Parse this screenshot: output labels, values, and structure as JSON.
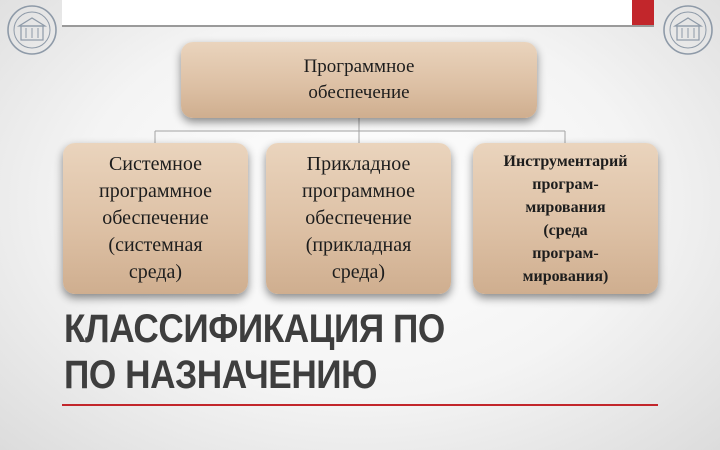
{
  "slide": {
    "title_line1": "КЛАССИФИКАЦИЯ ПО",
    "title_line2": "ПО НАЗНАЧЕНИЮ"
  },
  "diagram": {
    "root": {
      "line1": "Программное",
      "line2": "обеспечение"
    },
    "children": [
      {
        "lines": [
          "Системное",
          "программное",
          "обеспечение",
          "(системная",
          "среда)"
        ]
      },
      {
        "lines": [
          "Прикладное",
          "программное",
          "обеспечение",
          "(прикладная",
          "среда)"
        ]
      },
      {
        "lines": [
          "Инструментарий",
          "програм-",
          "мирования",
          "(среда",
          "програм-",
          "мирования)"
        ]
      }
    ]
  },
  "colors": {
    "accent_red": "#c2262b",
    "node_fill": "#dcbfa3",
    "title_gray": "#3e3e3e"
  },
  "icons": {
    "seal": "university-seal-icon"
  }
}
